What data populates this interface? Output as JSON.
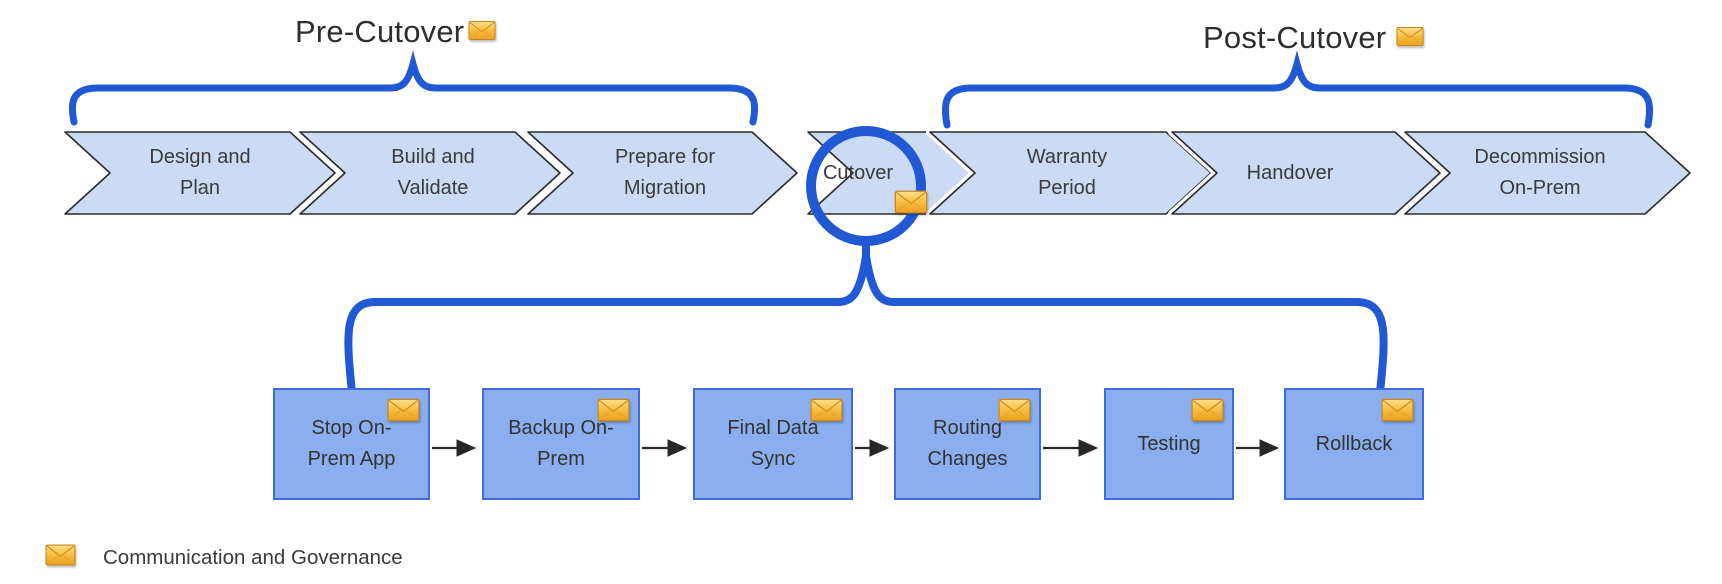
{
  "diagram": {
    "titles": {
      "pre_cutover": "Pre-Cutover",
      "post_cutover": "Post-Cutover"
    },
    "phases": [
      {
        "label_lines": [
          "Design and",
          "Plan"
        ]
      },
      {
        "label_lines": [
          "Build and",
          "Validate"
        ]
      },
      {
        "label_lines": [
          "Prepare for",
          "Migration"
        ]
      },
      {
        "label_lines": [
          "Cutover"
        ],
        "highlighted": true,
        "has_envelope": true
      },
      {
        "label_lines": [
          "Warranty",
          "Period"
        ]
      },
      {
        "label_lines": [
          "Handover"
        ]
      },
      {
        "label_lines": [
          "Decommission",
          "On-Prem"
        ]
      }
    ],
    "cutover_steps": [
      {
        "label_lines": [
          "Stop On-",
          "Prem App"
        ],
        "has_envelope": true
      },
      {
        "label_lines": [
          "Backup On-",
          "Prem"
        ],
        "has_envelope": true
      },
      {
        "label_lines": [
          "Final Data",
          "Sync"
        ],
        "has_envelope": true
      },
      {
        "label_lines": [
          "Routing",
          "Changes"
        ],
        "has_envelope": true
      },
      {
        "label_lines": [
          "Testing"
        ],
        "has_envelope": true
      },
      {
        "label_lines": [
          "Rollback"
        ],
        "has_envelope": true
      }
    ],
    "legend": {
      "icon": "envelope-icon",
      "label": "Communication and Governance"
    },
    "colors": {
      "accent_blue": "#2158d4",
      "chevron_fill": "#ccdbf4",
      "chevron_border": "#2b2b2b",
      "step_box_fill": "#8aaeee",
      "step_box_border": "#3e6cd9",
      "envelope_gold": "#f6b93b",
      "arrow_black": "#262626",
      "text": "#333333"
    }
  }
}
